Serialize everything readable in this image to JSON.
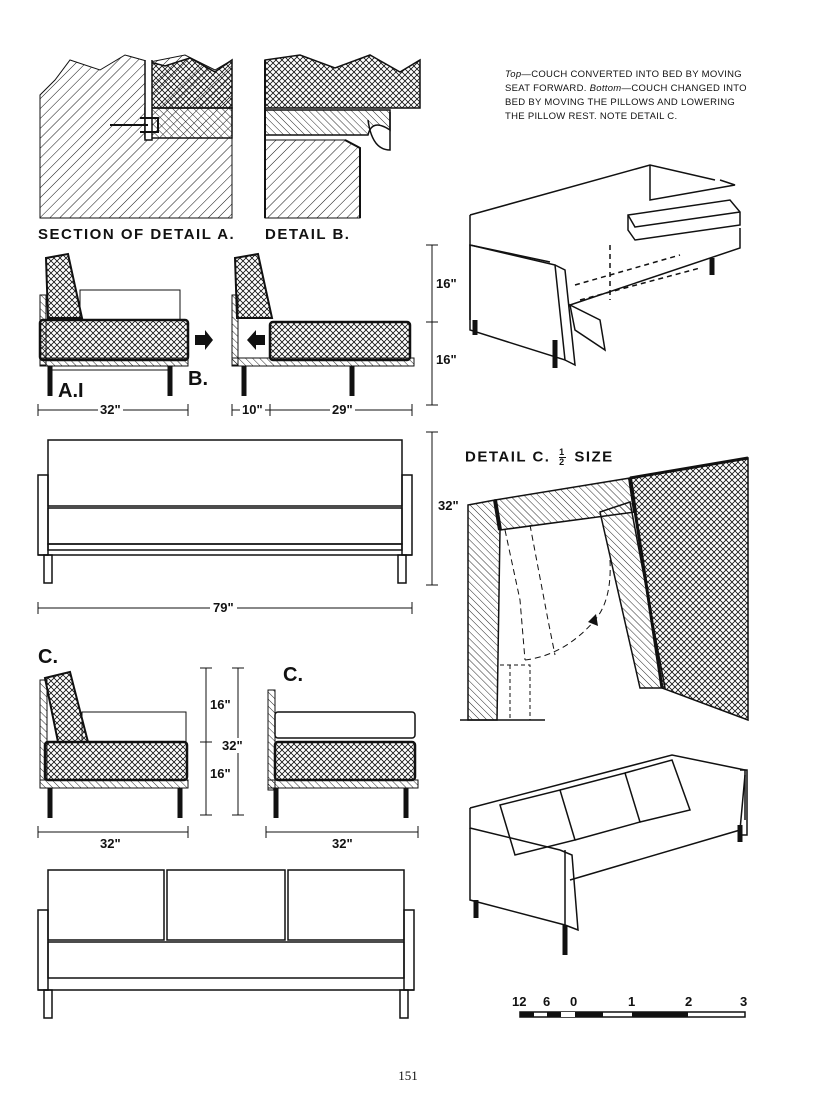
{
  "caption": {
    "top_tag": "Top",
    "top_text": "—COUCH CONVERTED INTO BED BY MOVING SEAT FORWARD. ",
    "bottom_tag": "Bottom",
    "bottom_text": "—COUCH CHANGED INTO BED BY MOVING THE PILLOWS AND LOWERING THE PILLOW REST. NOTE DETAIL C."
  },
  "labels": {
    "section_detail_a": "SECTION OF DETAIL A.",
    "detail_b": "DETAIL B.",
    "a1": "A.I",
    "b": "B.",
    "c_left": "C.",
    "c_right": "C.",
    "detail_c_title": "DETAIL C.",
    "detail_c_fraction_num": "1",
    "detail_c_fraction_den": "2",
    "detail_c_size": "SIZE"
  },
  "dimensions": {
    "top_left_width": "32\"",
    "top_mid_10": "10\"",
    "top_mid_29": "29\"",
    "height_upper": "16\"",
    "height_lower": "16\"",
    "front_height": "32\"",
    "front_width": "79\"",
    "c_height_upper": "16\"",
    "c_height_lower": "16\"",
    "c_height_total": "32\"",
    "c_left_width": "32\"",
    "c_right_width": "32\""
  },
  "scale_bar": {
    "labels": [
      "12",
      "6",
      "0",
      "1",
      "2",
      "3"
    ]
  },
  "page_number": "151",
  "colors": {
    "ink": "#111111",
    "paper": "#ffffff"
  }
}
